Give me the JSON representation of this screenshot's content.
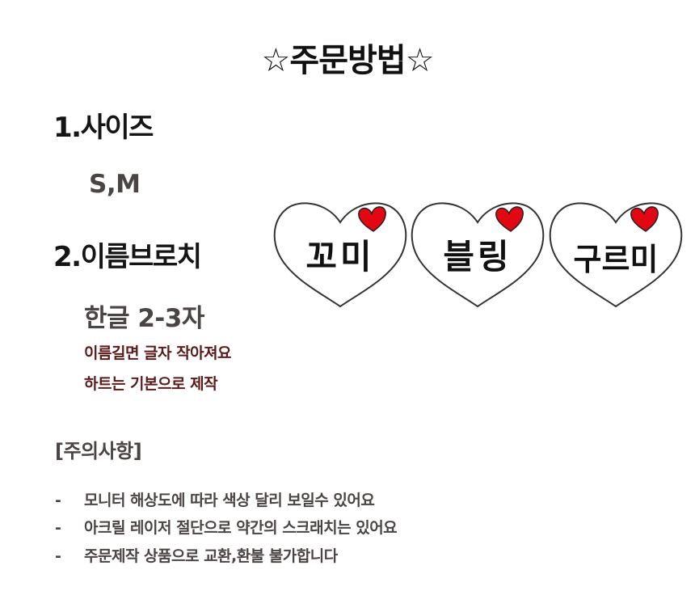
{
  "title": "☆주문방법☆",
  "sections": {
    "size": {
      "heading": "1.사이즈",
      "value": "S,M"
    },
    "name_brooch": {
      "heading": "2.이름브로치",
      "value": "한글 2-3자",
      "notes": [
        "이름길면 글자 작아져요",
        "하트는 기본으로 제작"
      ]
    }
  },
  "examples": [
    {
      "name": "꼬미",
      "outline_color": "#333333",
      "accent_heart_color": "#e30613"
    },
    {
      "name": "블링",
      "outline_color": "#333333",
      "accent_heart_color": "#e30613"
    },
    {
      "name": "구르미",
      "outline_color": "#333333",
      "accent_heart_color": "#e30613"
    }
  ],
  "cautions": {
    "heading": "[주의사항]",
    "items": [
      {
        "bullet": "-",
        "text": "모니터 해상도에 따라 색상 달리 보일수 있어요"
      },
      {
        "bullet": "-",
        "text": "아크릴 레이저 절단으로 약간의 스크래치는 있어요"
      },
      {
        "bullet": "-",
        "text": "주문제작 상품으로 교환,환불 불가합니다"
      }
    ]
  },
  "colors": {
    "heading": "#151515",
    "subtext": "#4a4443",
    "note": "#5c1a1a",
    "accent_heart": "#e30613"
  }
}
